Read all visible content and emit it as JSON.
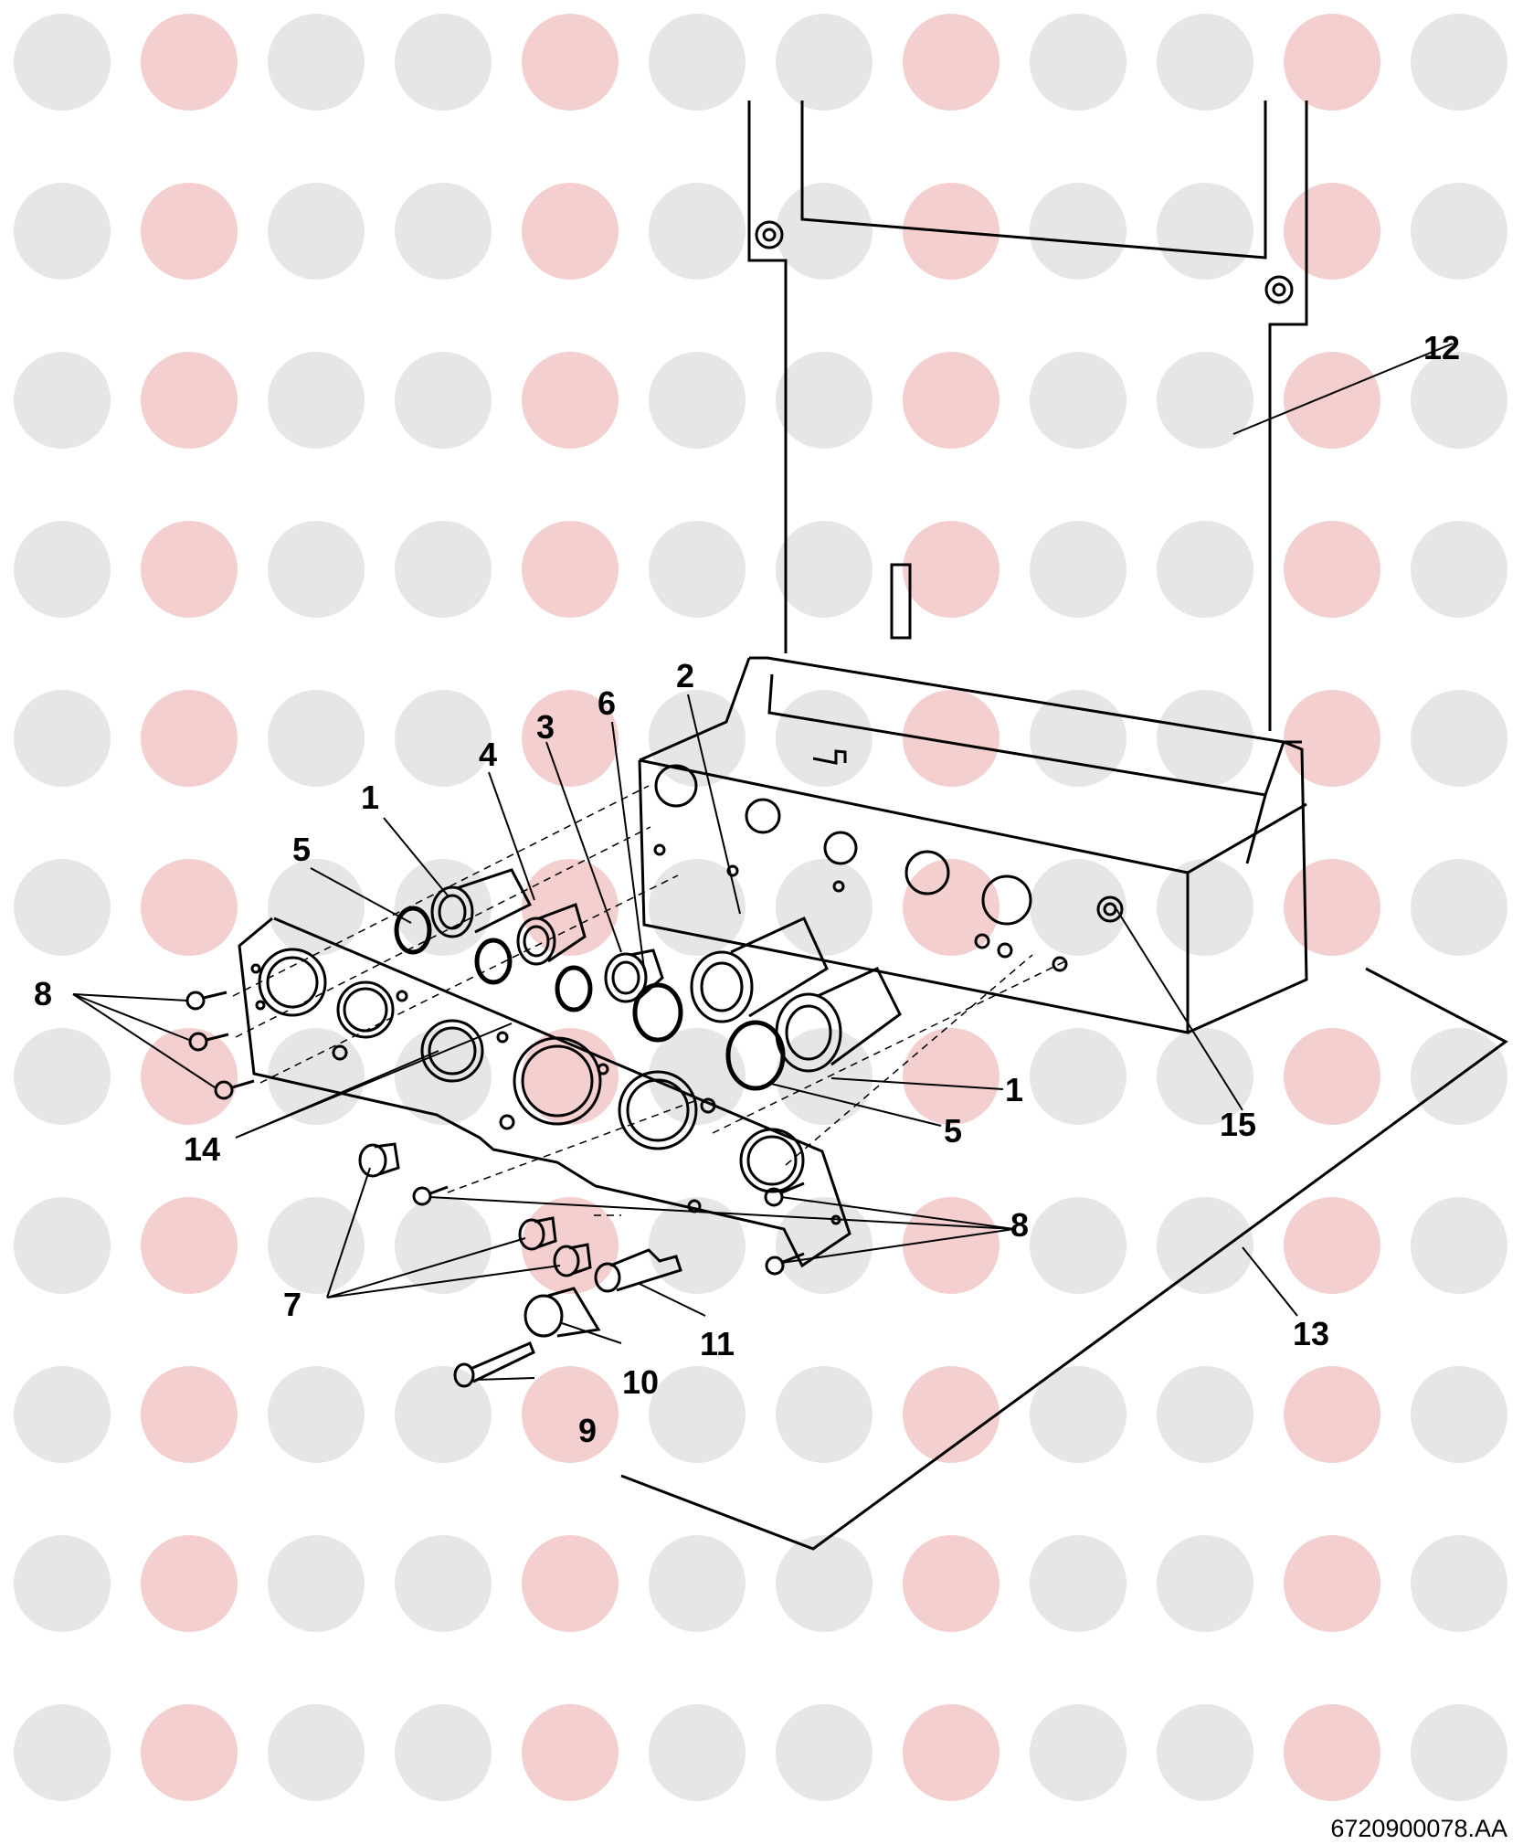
{
  "watermark": {
    "letters": [
      "H",
      "S",
      "P"
    ],
    "colors": {
      "H": "#e6e6e6",
      "S": "#f3cfcf",
      "P": "#e6e6e6"
    }
  },
  "labels": [
    {
      "id": "1a",
      "text": "1"
    },
    {
      "id": "1b",
      "text": "1"
    },
    {
      "id": "2",
      "text": "2"
    },
    {
      "id": "3",
      "text": "3"
    },
    {
      "id": "4",
      "text": "4"
    },
    {
      "id": "5a",
      "text": "5"
    },
    {
      "id": "5b",
      "text": "5"
    },
    {
      "id": "6",
      "text": "6"
    },
    {
      "id": "7",
      "text": "7"
    },
    {
      "id": "8a",
      "text": "8"
    },
    {
      "id": "8b",
      "text": "8"
    },
    {
      "id": "9",
      "text": "9"
    },
    {
      "id": "10",
      "text": "10"
    },
    {
      "id": "11",
      "text": "11"
    },
    {
      "id": "12",
      "text": "12"
    },
    {
      "id": "13",
      "text": "13"
    },
    {
      "id": "14",
      "text": "14"
    },
    {
      "id": "15",
      "text": "15"
    }
  ],
  "drawing_ref": "6720900078.AA"
}
